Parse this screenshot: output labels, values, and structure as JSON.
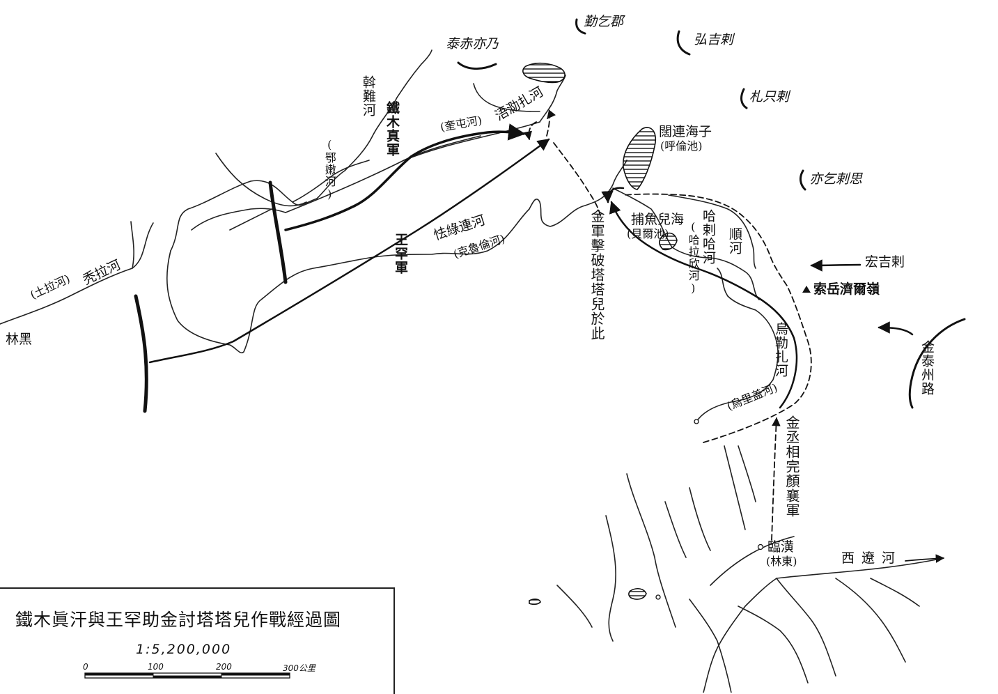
{
  "labels": {
    "heilin": "林黑",
    "tula_river": "秃拉河",
    "tula_paren": "(土拉河)",
    "onon_river": "斡難河",
    "onon_paren": "(鄂嫩河)",
    "temujin_army": "鐵木真軍",
    "wang_khan_army": "王罕軍",
    "kerulen_river": "怯綠連河",
    "kerulen_paren": "(克魯倫河)",
    "kuiten_river": "(奎屯河)",
    "zhabo_river": "浯泐扎河",
    "taichiut": "泰赤亦乃",
    "qilejia": "勤乞郡",
    "hongjila": "弘吉剌",
    "zhalaier": "札只剌",
    "yiqilisi": "亦乞剌思",
    "kulun_lake": "闊連海子",
    "kulun_paren": "(呼倫池)",
    "buir_lake": "捕魚兒海",
    "buir_paren": "(貝爾池)",
    "shun_river": "順河",
    "halaha_river": "哈剌哈河",
    "halaha_paren": "(哈拉欣河)",
    "ulz_river": "烏勒扎河",
    "ulz_paren": "(烏里盖河)",
    "jin_defeat": "金軍擊破塔塔兒於此",
    "wanyan_army": "金丞相完顏襄軍",
    "linhuang": "臨潢",
    "linhuang_paren": "(林東)",
    "liao_river": "西遼河",
    "jin_taizhou": "金泰州路",
    "hongjila_arrow": "宏吉剌",
    "suoyuelji": "索岳濟爾嶺"
  },
  "legend": {
    "title": "鐵木眞汗與王罕助金討塔塔兒作戰經過圖",
    "ratio": "1:5,200,000",
    "ticks": [
      "0",
      "100",
      "200",
      "300公里"
    ]
  }
}
